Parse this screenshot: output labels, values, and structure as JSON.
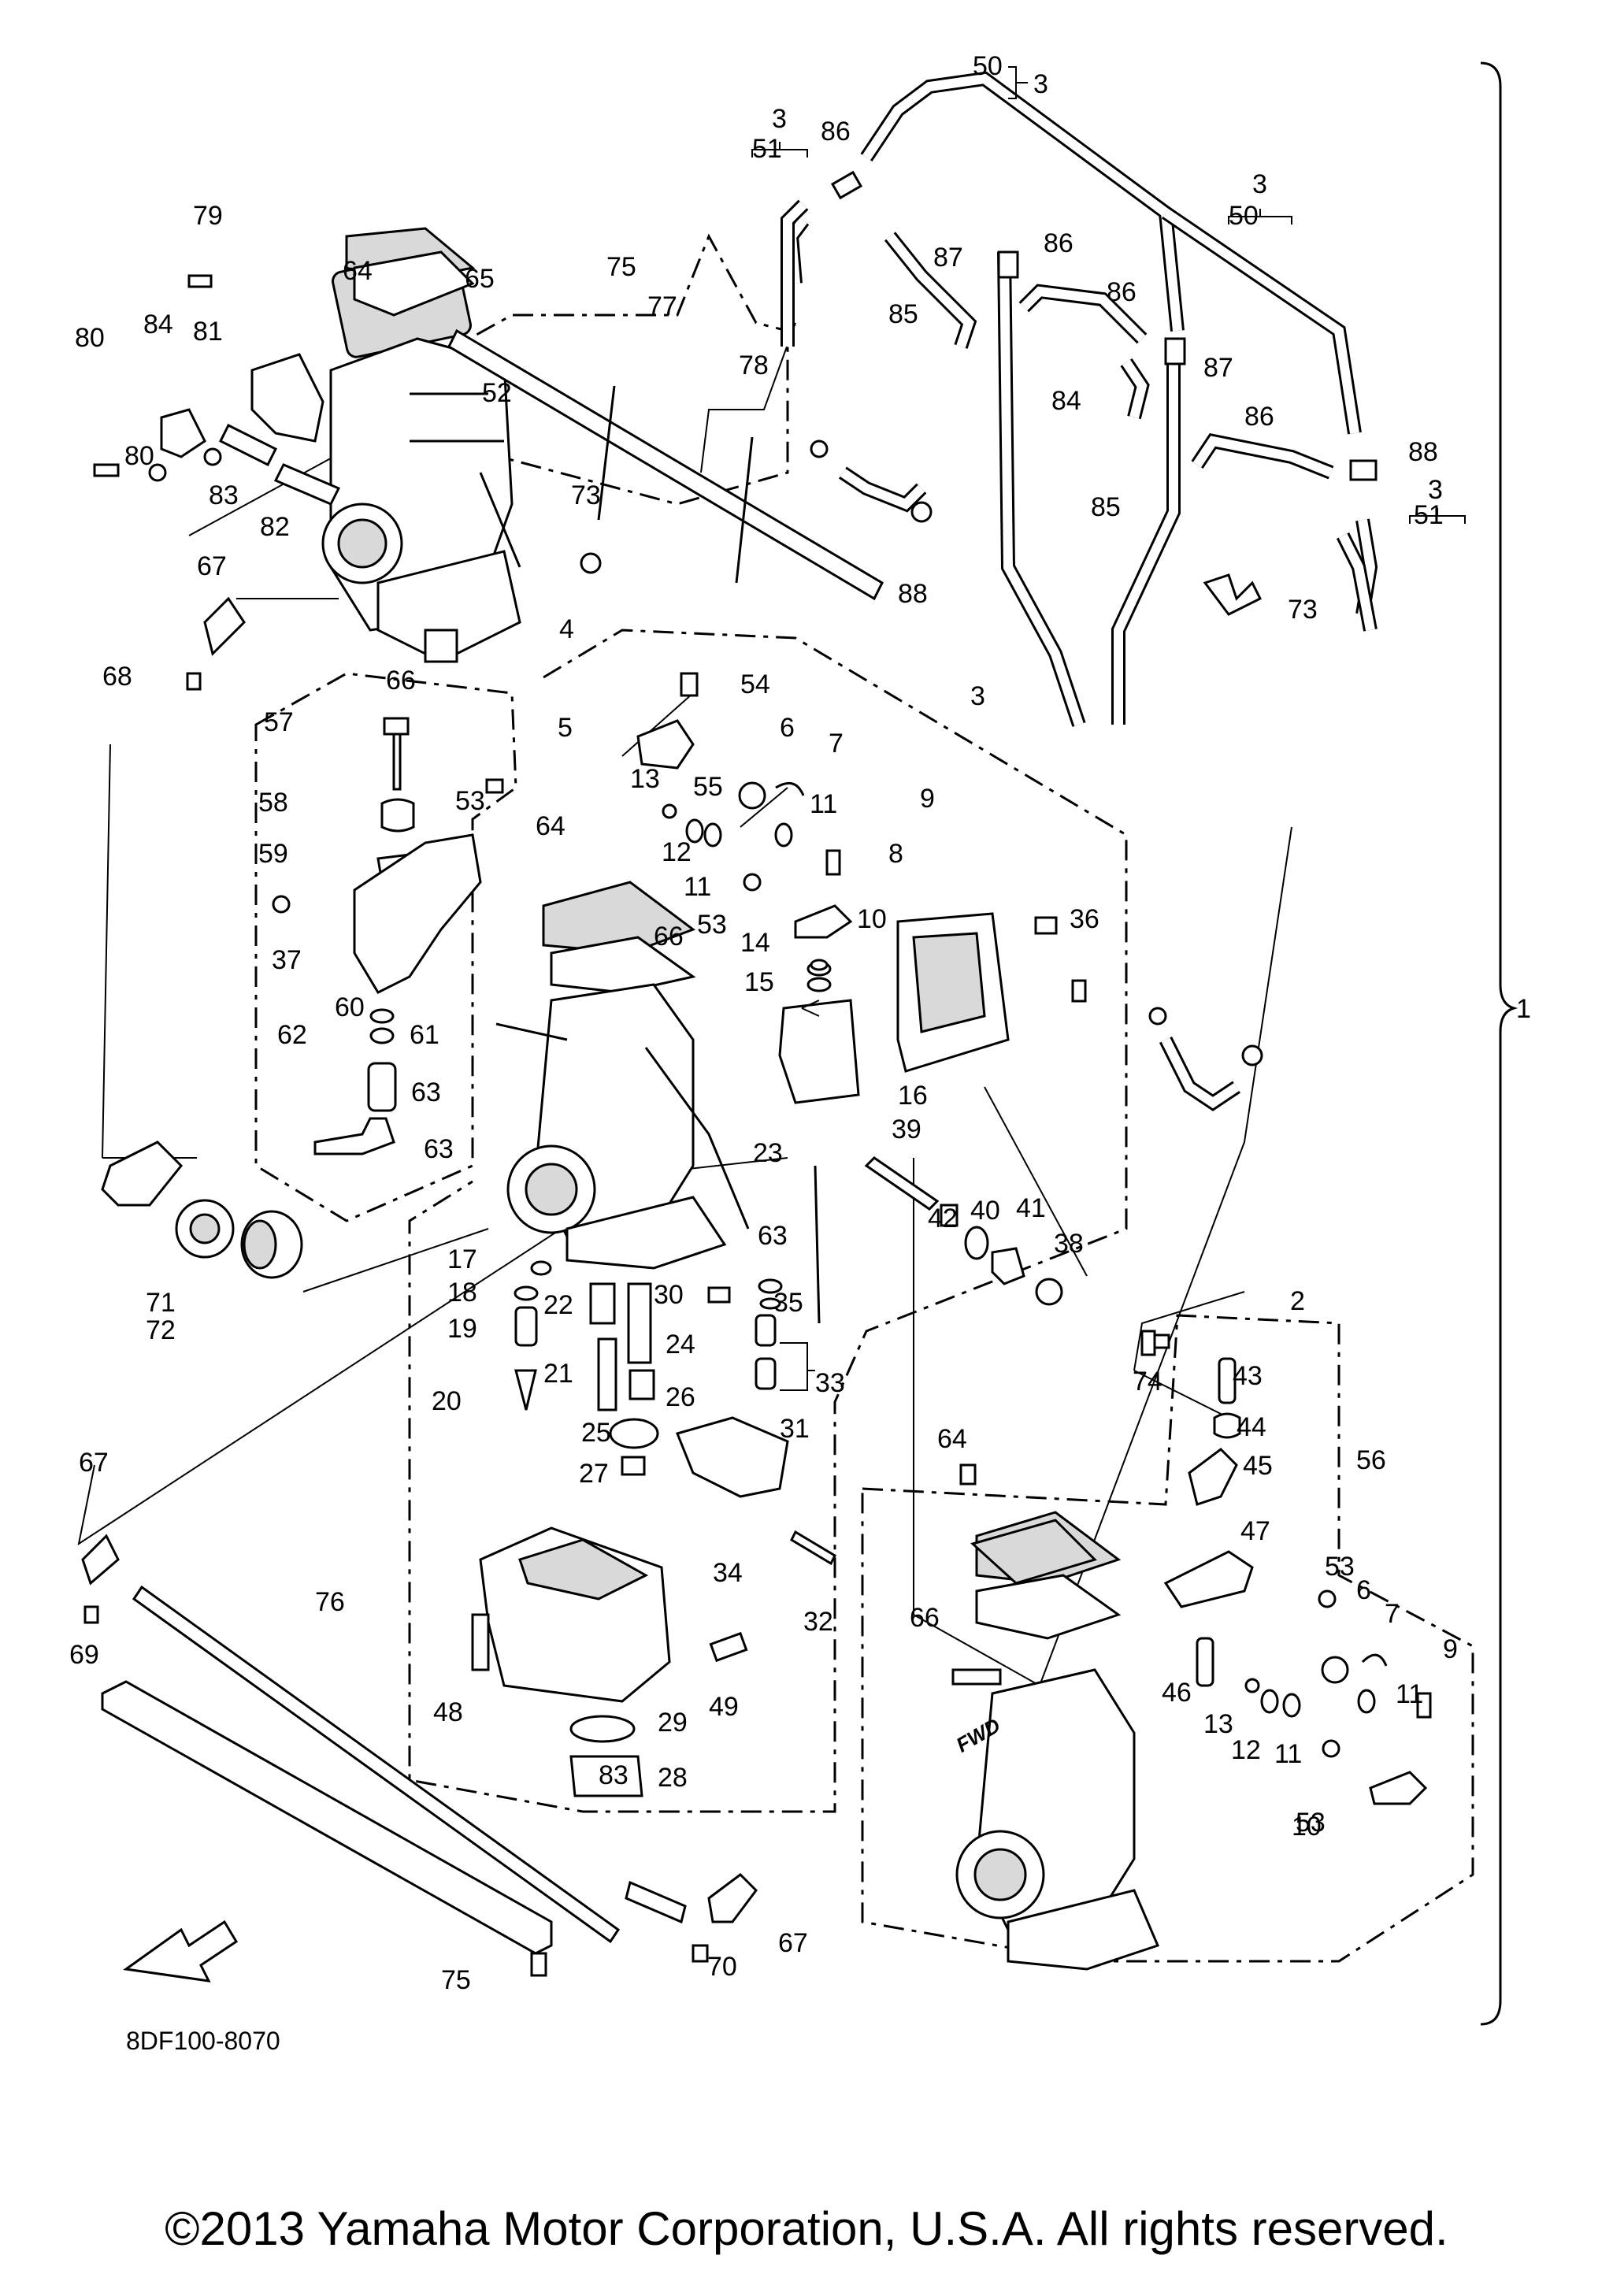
{
  "diagram": {
    "part_code": "8DF100-8070",
    "fwd_label": "FWD",
    "copyright": "©2013 Yamaha Motor Corporation, U.S.A. All rights reserved.",
    "callouts": [
      {
        "id": "c1",
        "text": "1"
      },
      {
        "id": "c2",
        "text": "2"
      },
      {
        "id": "c3a",
        "text": "3"
      },
      {
        "id": "c3b",
        "text": "3"
      },
      {
        "id": "c3c",
        "text": "3"
      },
      {
        "id": "c3d",
        "text": "3"
      },
      {
        "id": "c3e",
        "text": "3"
      },
      {
        "id": "c4",
        "text": "4"
      },
      {
        "id": "c5",
        "text": "5"
      },
      {
        "id": "c6a",
        "text": "6"
      },
      {
        "id": "c6b",
        "text": "6"
      },
      {
        "id": "c7a",
        "text": "7"
      },
      {
        "id": "c7b",
        "text": "7"
      },
      {
        "id": "c8",
        "text": "8"
      },
      {
        "id": "c9a",
        "text": "9"
      },
      {
        "id": "c9b",
        "text": "9"
      },
      {
        "id": "c10a",
        "text": "10"
      },
      {
        "id": "c10b",
        "text": "10"
      },
      {
        "id": "c11a",
        "text": "11"
      },
      {
        "id": "c11b",
        "text": "11"
      },
      {
        "id": "c11c",
        "text": "11"
      },
      {
        "id": "c11d",
        "text": "11"
      },
      {
        "id": "c12a",
        "text": "12"
      },
      {
        "id": "c12b",
        "text": "12"
      },
      {
        "id": "c13a",
        "text": "13"
      },
      {
        "id": "c13b",
        "text": "13"
      },
      {
        "id": "c14",
        "text": "14"
      },
      {
        "id": "c15",
        "text": "15"
      },
      {
        "id": "c16",
        "text": "16"
      },
      {
        "id": "c17",
        "text": "17"
      },
      {
        "id": "c18",
        "text": "18"
      },
      {
        "id": "c19",
        "text": "19"
      },
      {
        "id": "c20",
        "text": "20"
      },
      {
        "id": "c21",
        "text": "21"
      },
      {
        "id": "c22",
        "text": "22"
      },
      {
        "id": "c23",
        "text": "23"
      },
      {
        "id": "c24",
        "text": "24"
      },
      {
        "id": "c25",
        "text": "25"
      },
      {
        "id": "c26",
        "text": "26"
      },
      {
        "id": "c27",
        "text": "27"
      },
      {
        "id": "c28",
        "text": "28"
      },
      {
        "id": "c29",
        "text": "29"
      },
      {
        "id": "c30",
        "text": "30"
      },
      {
        "id": "c31",
        "text": "31"
      },
      {
        "id": "c32",
        "text": "32"
      },
      {
        "id": "c33",
        "text": "33"
      },
      {
        "id": "c34",
        "text": "34"
      },
      {
        "id": "c35",
        "text": "35"
      },
      {
        "id": "c36",
        "text": "36"
      },
      {
        "id": "c37",
        "text": "37"
      },
      {
        "id": "c38",
        "text": "38"
      },
      {
        "id": "c39",
        "text": "39"
      },
      {
        "id": "c40",
        "text": "40"
      },
      {
        "id": "c41",
        "text": "41"
      },
      {
        "id": "c42",
        "text": "42"
      },
      {
        "id": "c43",
        "text": "43"
      },
      {
        "id": "c44",
        "text": "44"
      },
      {
        "id": "c45",
        "text": "45"
      },
      {
        "id": "c46",
        "text": "46"
      },
      {
        "id": "c47",
        "text": "47"
      },
      {
        "id": "c48",
        "text": "48"
      },
      {
        "id": "c49",
        "text": "49"
      },
      {
        "id": "c50a",
        "text": "50"
      },
      {
        "id": "c50b",
        "text": "50"
      },
      {
        "id": "c51a",
        "text": "51"
      },
      {
        "id": "c51b",
        "text": "51"
      },
      {
        "id": "c52",
        "text": "52"
      },
      {
        "id": "c53a",
        "text": "53"
      },
      {
        "id": "c53b",
        "text": "53"
      },
      {
        "id": "c53c",
        "text": "53"
      },
      {
        "id": "c53d",
        "text": "53"
      },
      {
        "id": "c54",
        "text": "54"
      },
      {
        "id": "c55",
        "text": "55"
      },
      {
        "id": "c56",
        "text": "56"
      },
      {
        "id": "c57",
        "text": "57"
      },
      {
        "id": "c58",
        "text": "58"
      },
      {
        "id": "c59",
        "text": "59"
      },
      {
        "id": "c60",
        "text": "60"
      },
      {
        "id": "c61",
        "text": "61"
      },
      {
        "id": "c62",
        "text": "62"
      },
      {
        "id": "c63a",
        "text": "63"
      },
      {
        "id": "c63b",
        "text": "63"
      },
      {
        "id": "c63c",
        "text": "63"
      },
      {
        "id": "c64a",
        "text": "64"
      },
      {
        "id": "c64b",
        "text": "64"
      },
      {
        "id": "c64c",
        "text": "64"
      },
      {
        "id": "c65",
        "text": "65"
      },
      {
        "id": "c66a",
        "text": "66"
      },
      {
        "id": "c66b",
        "text": "66"
      },
      {
        "id": "c66c",
        "text": "66"
      },
      {
        "id": "c67a",
        "text": "67"
      },
      {
        "id": "c67b",
        "text": "67"
      },
      {
        "id": "c67c",
        "text": "67"
      },
      {
        "id": "c68",
        "text": "68"
      },
      {
        "id": "c69",
        "text": "69"
      },
      {
        "id": "c70",
        "text": "70"
      },
      {
        "id": "c71",
        "text": "71"
      },
      {
        "id": "c72",
        "text": "72"
      },
      {
        "id": "c73a",
        "text": "73"
      },
      {
        "id": "c73b",
        "text": "73"
      },
      {
        "id": "c74",
        "text": "74"
      },
      {
        "id": "c75a",
        "text": "75"
      },
      {
        "id": "c75b",
        "text": "75"
      },
      {
        "id": "c76",
        "text": "76"
      },
      {
        "id": "c77",
        "text": "77"
      },
      {
        "id": "c78",
        "text": "78"
      },
      {
        "id": "c79",
        "text": "79"
      },
      {
        "id": "c80a",
        "text": "80"
      },
      {
        "id": "c80b",
        "text": "80"
      },
      {
        "id": "c81",
        "text": "81"
      },
      {
        "id": "c82",
        "text": "82"
      },
      {
        "id": "c83a",
        "text": "83"
      },
      {
        "id": "c83b",
        "text": "83"
      },
      {
        "id": "c84a",
        "text": "84"
      },
      {
        "id": "c84b",
        "text": "84"
      },
      {
        "id": "c85a",
        "text": "85"
      },
      {
        "id": "c85b",
        "text": "85"
      },
      {
        "id": "c86a",
        "text": "86"
      },
      {
        "id": "c86b",
        "text": "86"
      },
      {
        "id": "c86c",
        "text": "86"
      },
      {
        "id": "c86d",
        "text": "86"
      },
      {
        "id": "c87a",
        "text": "87"
      },
      {
        "id": "c87b",
        "text": "87"
      },
      {
        "id": "c88a",
        "text": "88"
      },
      {
        "id": "c88b",
        "text": "88"
      }
    ]
  }
}
